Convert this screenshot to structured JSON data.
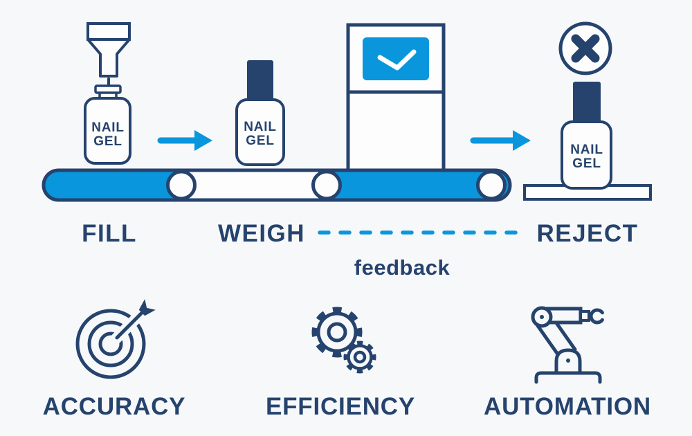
{
  "colors": {
    "navy": "#25436d",
    "blue": "#0996dc",
    "bg": "#f7f8fa",
    "white": "#fdfdfe"
  },
  "process": {
    "stations": [
      {
        "label": "FILL"
      },
      {
        "label": "WEIGH"
      },
      {
        "label": "REJECT"
      }
    ],
    "product": {
      "line1": "NAIL",
      "line2": "GEL"
    },
    "feedback_label": "feedback",
    "icons": {
      "funnel": "filling-funnel-icon",
      "check": "check-screen-icon",
      "reject": "x-circle-icon",
      "arrow": "arrow-right-icon"
    }
  },
  "benefits": [
    {
      "label": "ACCURACY",
      "icon": "target-arrow-icon"
    },
    {
      "label": "EFFICIENCY",
      "icon": "gears-icon"
    },
    {
      "label": "AUTOMATION",
      "icon": "robot-arm-icon"
    }
  ]
}
